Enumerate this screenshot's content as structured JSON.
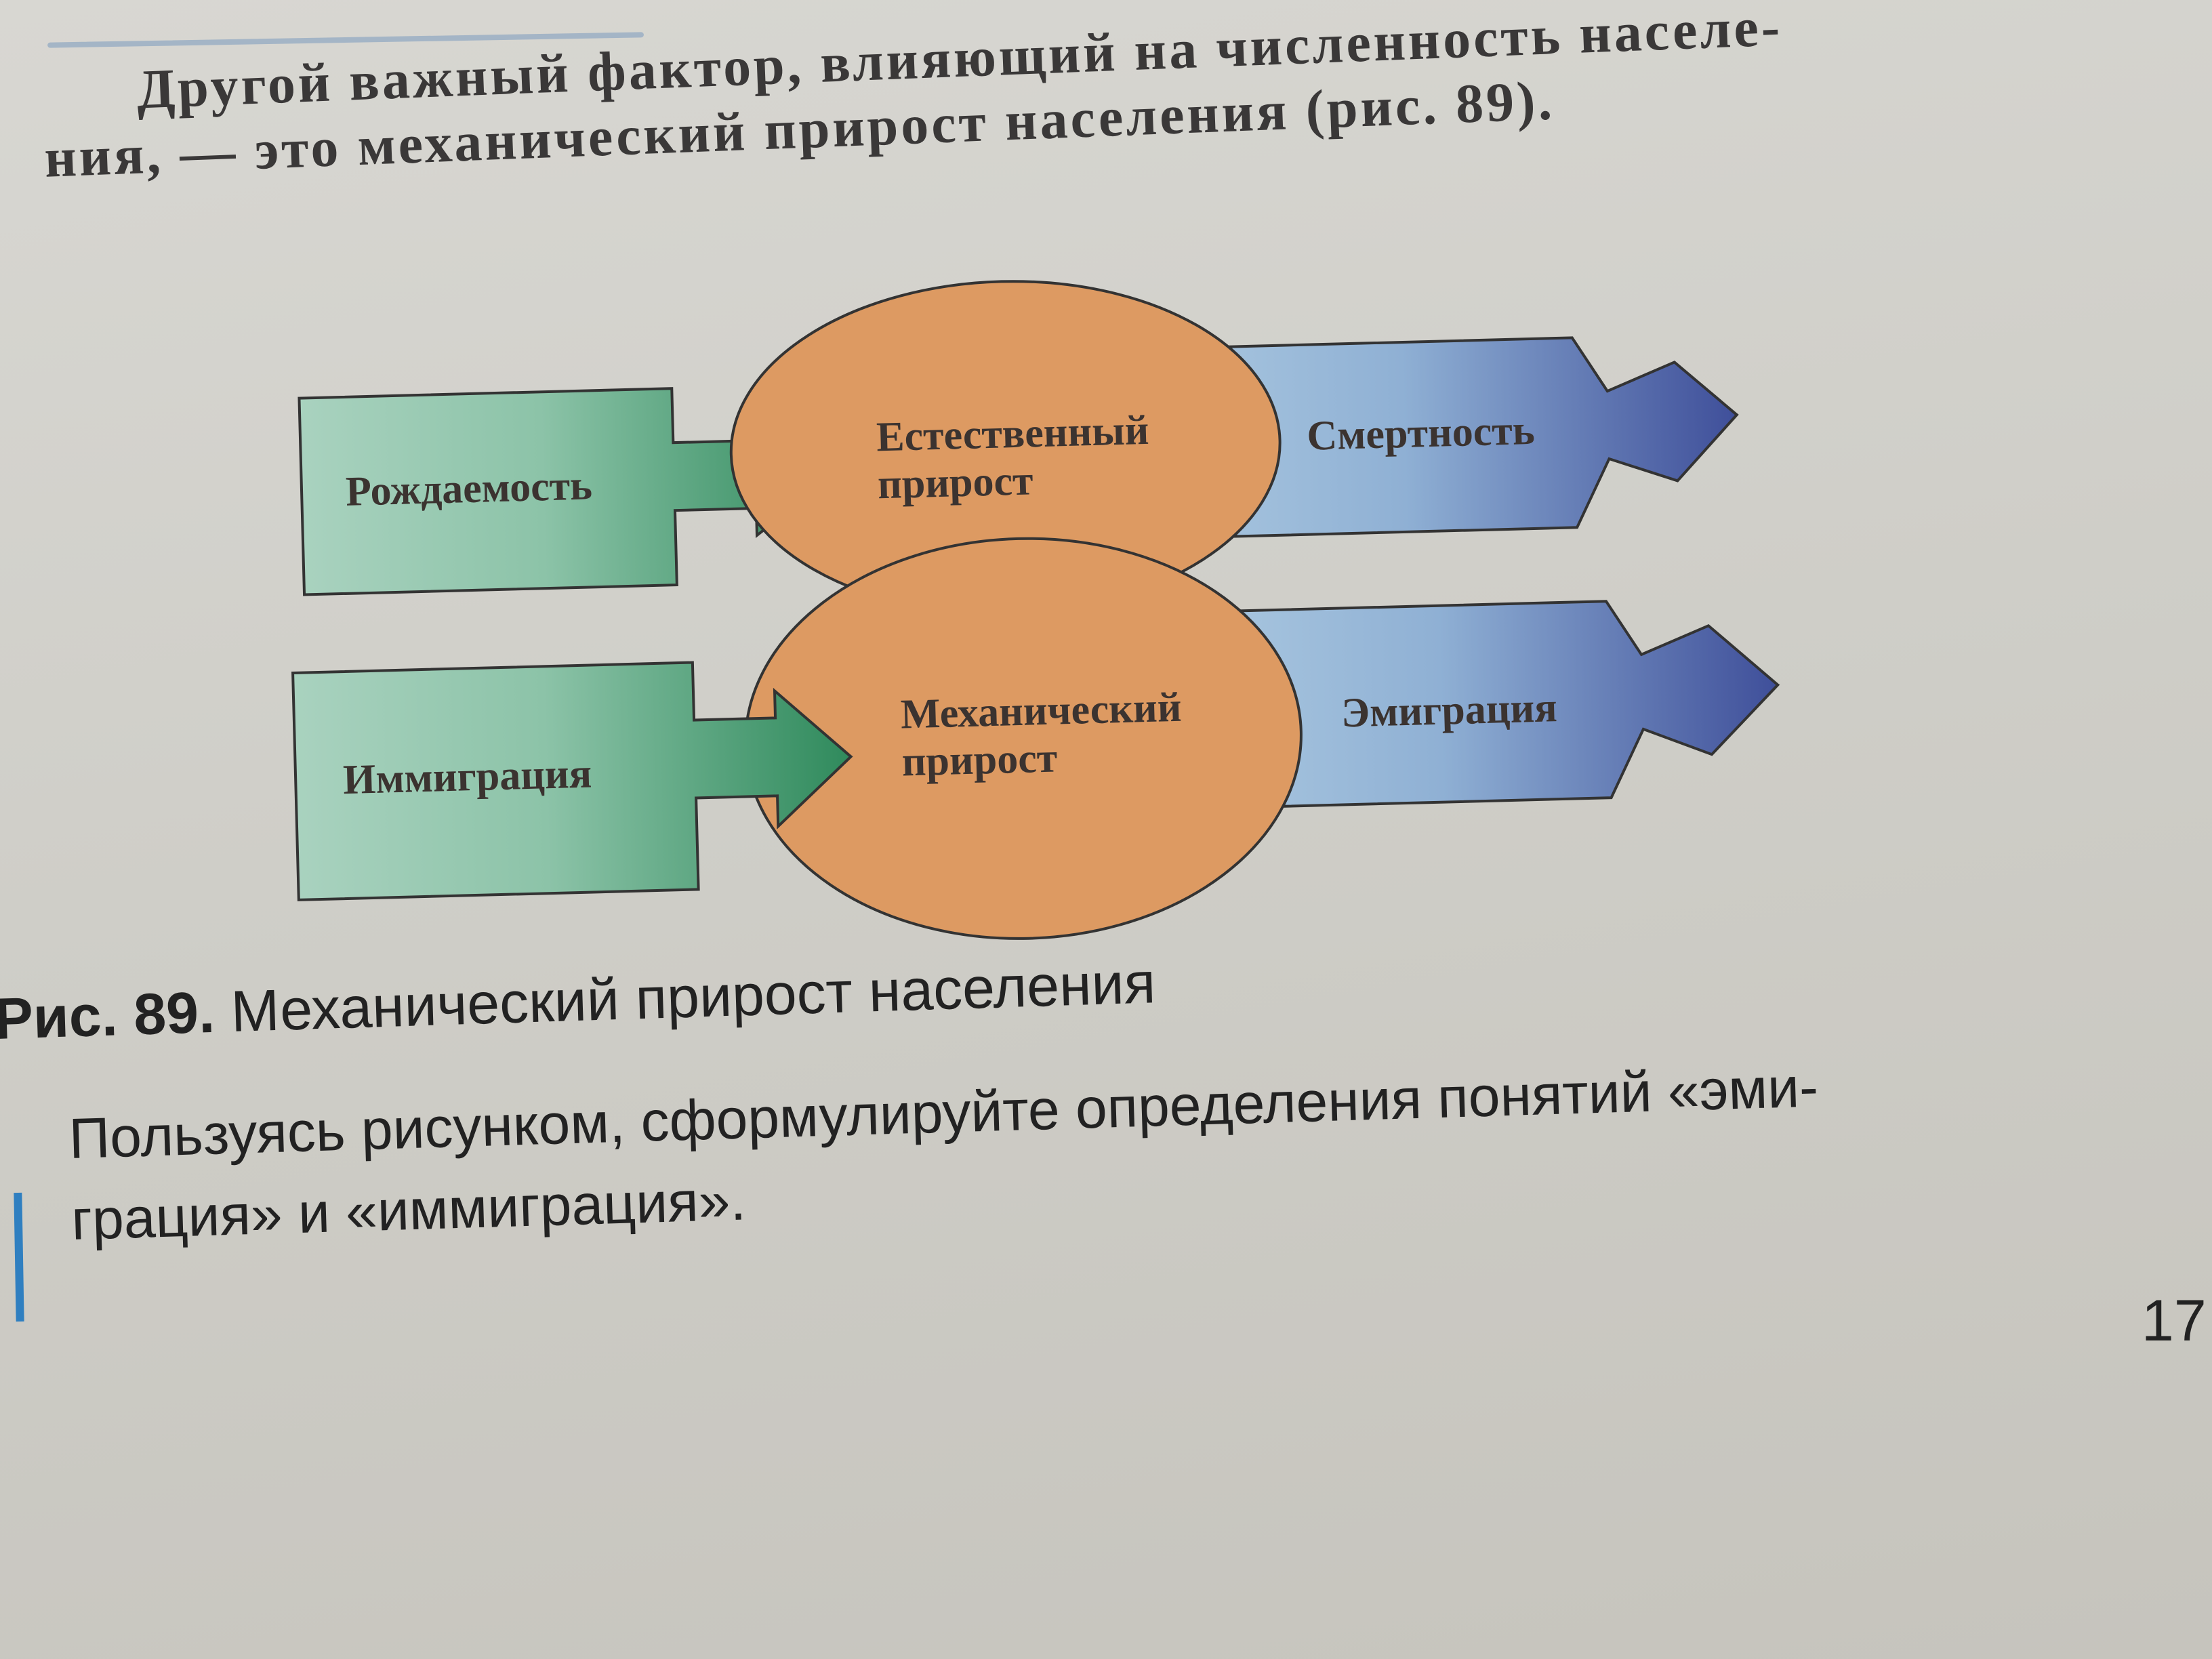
{
  "intro_text": {
    "line1": "Другой важный фактор, влияющий на численность населе-",
    "line2": "ния, — это механический прирост населения (рис. 89)."
  },
  "diagram": {
    "inputs": [
      {
        "label": "Рождаемость"
      },
      {
        "label": "Иммиграция"
      }
    ],
    "centers": [
      {
        "line1": "Естественный",
        "line2": "прирост"
      },
      {
        "line1": "Механический",
        "line2": "прирост"
      }
    ],
    "outputs": [
      {
        "label": "Смертность"
      },
      {
        "label": "Эмиграция"
      }
    ],
    "colors": {
      "green": "#2f8a5c",
      "green_light": "#a9d2bf",
      "orange": "#dd9a62",
      "blue": "#3f4f9a",
      "blue_light": "#a8c6df"
    }
  },
  "caption": {
    "number": "Рис. 89.",
    "title": "Механический прирост населения"
  },
  "question": {
    "line1": "Пользуясь рисунком, сформулируйте определения понятий «эми-",
    "line2": "грация» и «иммиграция»."
  },
  "page_number": "17"
}
